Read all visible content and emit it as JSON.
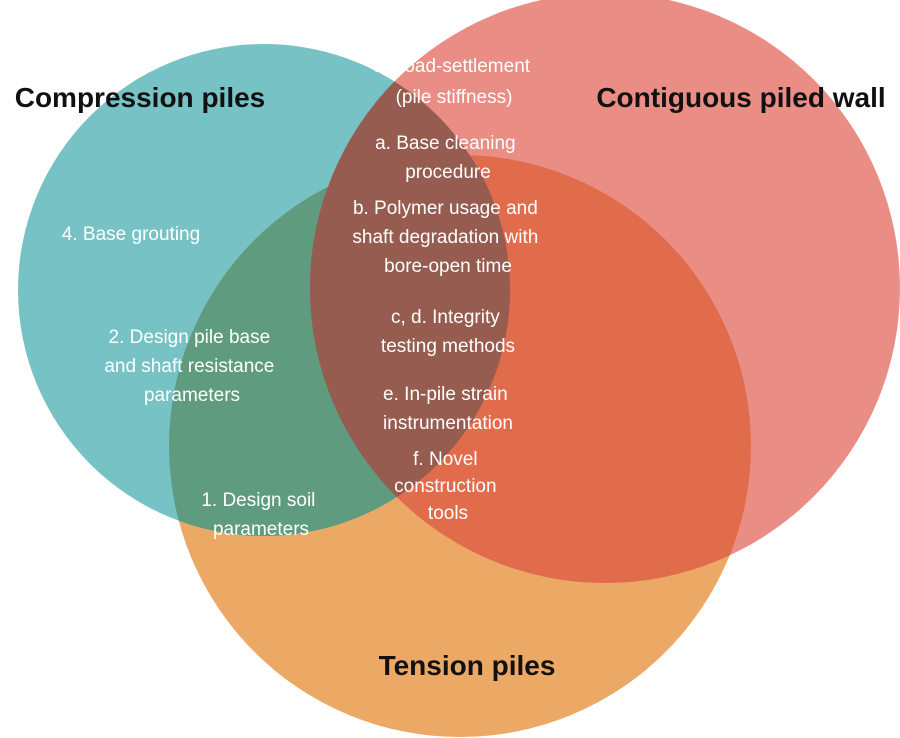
{
  "sets": {
    "compression": {
      "label": "Compression piles",
      "color": "#77C2C5"
    },
    "contiguous": {
      "label": "Contiguous piled wall",
      "color": "#E8877E"
    },
    "tension": {
      "label": "Tension piles",
      "color": "#ECA865"
    }
  },
  "overlap_colors": {
    "compression_tension": "#5F9B7F",
    "contiguous_tension": "#E06C4B",
    "all_three": "#955C4F"
  },
  "regions": {
    "load_settlement": [
      "3. Load-settlement",
      "(pile stiffness)"
    ],
    "base_grouting": [
      "4. Base grouting"
    ],
    "design_resistance": [
      "2. Design pile base",
      "and shaft resistance",
      "parameters"
    ],
    "design_soil": [
      "1. Design soil",
      "parameters"
    ],
    "base_cleaning": [
      "a. Base cleaning",
      "procedure"
    ],
    "polymer": [
      "b. Polymer usage and",
      "shaft degradation with",
      "bore-open time"
    ],
    "integrity": [
      "c, d. Integrity",
      "testing methods"
    ],
    "strain": [
      "e. In-pile strain",
      "instrumentation"
    ],
    "novel_tools": [
      "f. Novel",
      "construction",
      "tools"
    ]
  }
}
